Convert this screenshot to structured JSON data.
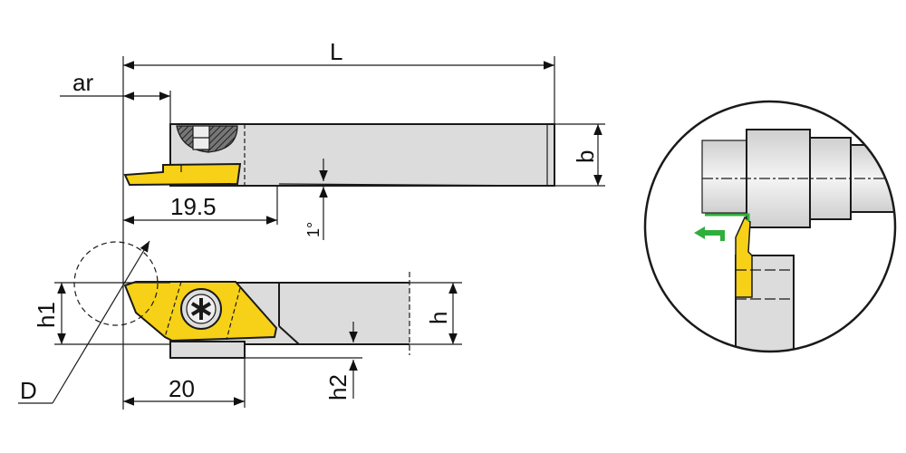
{
  "labels": {
    "L": "L",
    "ar": "ar",
    "b": "b",
    "dim_19_5": "19.5",
    "angle": "1°",
    "h1": "h1",
    "h": "h",
    "D": "D",
    "dim_20": "20",
    "h2": "h2"
  },
  "colors": {
    "insert": "#f7d117",
    "shank": "#dcdcdc",
    "arrow": "#2fae3c",
    "line": "#1a1a1a"
  }
}
